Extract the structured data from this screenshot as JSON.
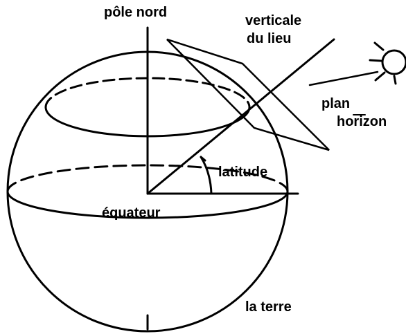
{
  "labels": {
    "pole_nord": "pôle nord",
    "verticale_line1": "verticale",
    "verticale_line2": "du lieu",
    "plan_line1": "plan",
    "plan_line2": "horizon",
    "latitude": "latitude",
    "equateur": "équateur",
    "la_terre": "la terre"
  },
  "colors": {
    "ink": "#000000",
    "background": "#ffffff"
  },
  "icons": {
    "sun": "sun-icon"
  }
}
